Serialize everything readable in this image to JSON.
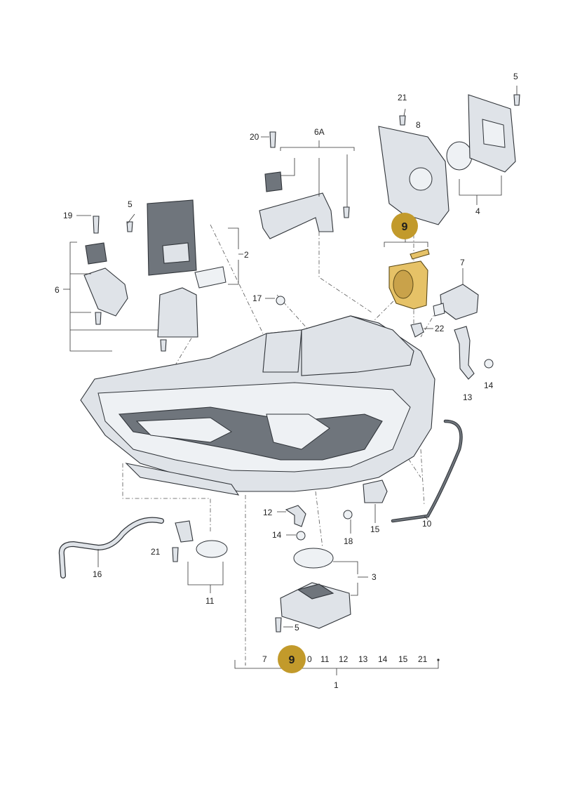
{
  "callouts": {
    "c1": "1",
    "c2": "2",
    "c3": "3",
    "c4": "4",
    "c5a": "5",
    "c5b": "5",
    "c5c": "5",
    "c6": "6",
    "c6A": "6A",
    "c7": "7",
    "c8": "8",
    "c10": "10",
    "c11": "11",
    "c12": "12",
    "c13": "13",
    "c14a": "14",
    "c14b": "14",
    "c15": "15",
    "c16": "16",
    "c17": "17",
    "c18": "18",
    "c19": "19",
    "c20": "20",
    "c21a": "21",
    "c21b": "21",
    "c22": "22"
  },
  "badges": {
    "highlight": "9",
    "bottom": "9"
  },
  "bottom_row": [
    "7",
    "0",
    "11",
    "12",
    "13",
    "14",
    "15",
    "21"
  ],
  "colors": {
    "highlight_fill": "#e6c267",
    "badge_fill": "#c29a2b"
  }
}
